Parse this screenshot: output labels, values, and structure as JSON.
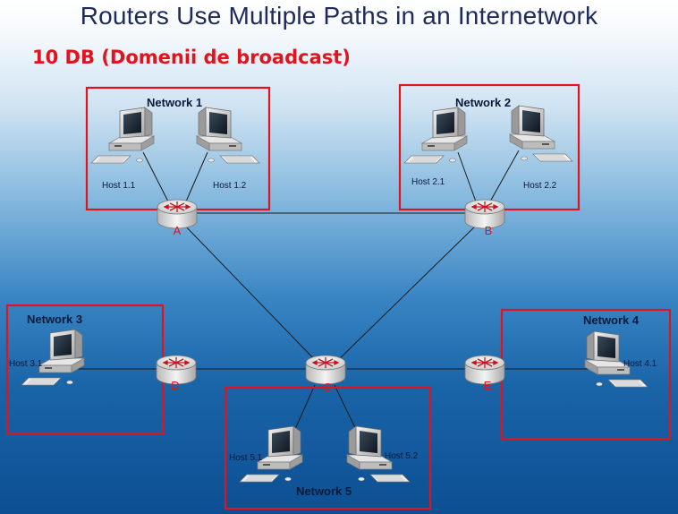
{
  "title": "Routers Use Multiple Paths in an Internetwork",
  "subtitle": "10 DB (Domenii de broadcast)",
  "colors": {
    "title": "#1f2a5a",
    "subtitle": "#e0141e",
    "box_border": "#e0141e",
    "router_label": "#e0141e"
  },
  "networks": {
    "n1": {
      "label": "Network 1"
    },
    "n2": {
      "label": "Network 2"
    },
    "n3": {
      "label": "Network 3"
    },
    "n4": {
      "label": "Network 4"
    },
    "n5": {
      "label": "Network 5"
    }
  },
  "routers": {
    "A": "A",
    "B": "B",
    "C": "C",
    "D": "D",
    "E": "E"
  },
  "hosts": {
    "h11": "Host 1.1",
    "h12": "Host 1.2",
    "h21": "Host 2.1",
    "h22": "Host 2.2",
    "h31": "Host 3.1",
    "h41": "Host 4.1",
    "h51": "Host 5.1",
    "h52": "Host 5.2"
  }
}
